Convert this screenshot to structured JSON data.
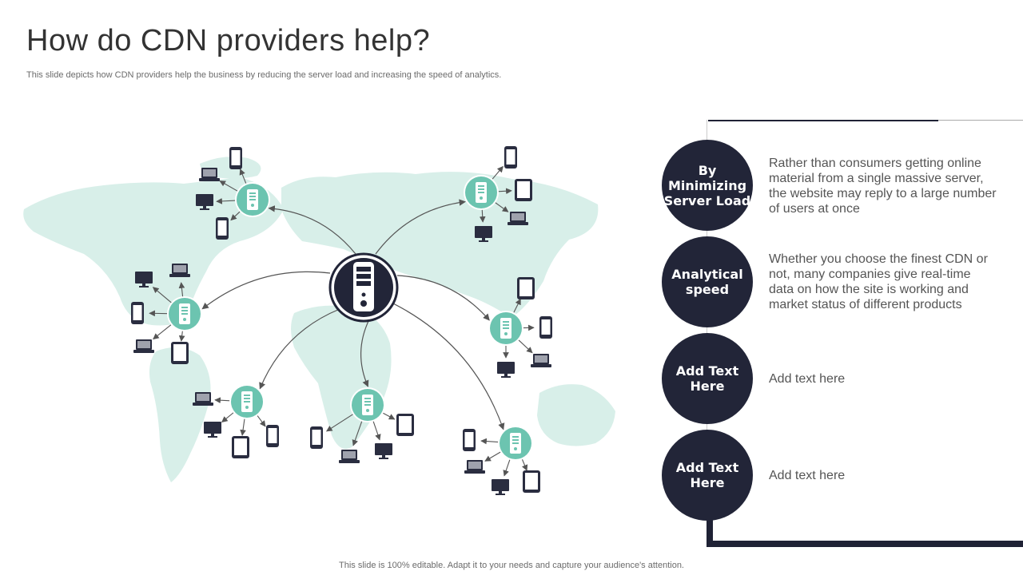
{
  "title": "How do CDN providers help?",
  "subtitle": "This slide depicts how CDN providers help the business by reducing the server load and increasing the speed of analytics.",
  "footer": "This slide is 100% editable. Adapt it to your needs and capture your audience's attention.",
  "colors": {
    "dark": "#222538",
    "teal": "#6cc4b0",
    "map": "#d8efe9",
    "device": "#2a2d40"
  },
  "icons": {
    "central": "server-tower-icon",
    "node": "server-icon",
    "devices": [
      "laptop-icon",
      "smartphone-icon",
      "tablet-icon",
      "desktop-monitor-icon"
    ]
  },
  "items": [
    {
      "label": "By Minimizing Server Load",
      "text": "Rather than consumers getting online material from a single massive server, the website may reply to a large number of users at once"
    },
    {
      "label": "Analytical speed",
      "text": "Whether you choose the finest CDN or not, many companies give real-time data on how the site is working and market status of different products"
    },
    {
      "label": "Add Text Here",
      "text": "Add text here"
    },
    {
      "label": "Add Text Here",
      "text": "Add text here"
    }
  ]
}
